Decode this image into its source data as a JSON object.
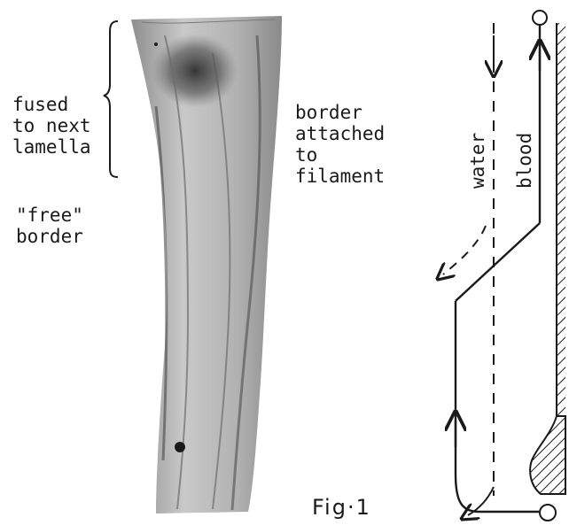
{
  "labels": {
    "fused": "fused\nto next\nlamella",
    "free_border": "\"free\"\nborder",
    "attached_border": "border\nattached\nto\nfilament",
    "water": "water",
    "blood": "blood",
    "figure": "Fig·1"
  },
  "colors": {
    "ink": "#1a1a1a",
    "tissue_light": "#cfcfcf",
    "tissue_mid": "#9a9a9a",
    "tissue_dark": "#3a3a3a"
  },
  "icons": {
    "blood_inlet": "circle-icon",
    "blood_outlet": "circle-icon",
    "flow_direction": "arrow-icon",
    "filament_wall": "hatched-wall"
  }
}
